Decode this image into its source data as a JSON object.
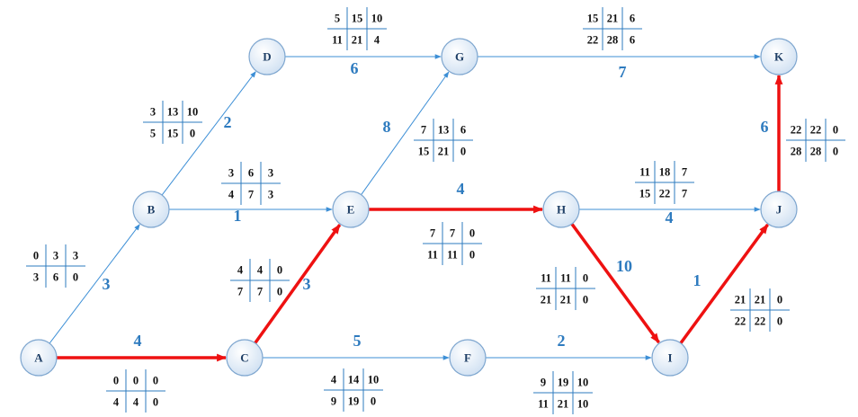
{
  "colors": {
    "normal_edge": "#3d8fd6",
    "critical_edge": "#ee1111",
    "label": "#2e7bbf",
    "node_stroke": "#7ea6cf"
  },
  "nodes": [
    {
      "id": "A",
      "label": "A"
    },
    {
      "id": "B",
      "label": "B"
    },
    {
      "id": "C",
      "label": "C"
    },
    {
      "id": "D",
      "label": "D"
    },
    {
      "id": "E",
      "label": "E"
    },
    {
      "id": "F",
      "label": "F"
    },
    {
      "id": "G",
      "label": "G"
    },
    {
      "id": "H",
      "label": "H"
    },
    {
      "id": "I",
      "label": "I"
    },
    {
      "id": "J",
      "label": "J"
    },
    {
      "id": "K",
      "label": "K"
    }
  ],
  "edges": [
    {
      "id": "AB",
      "from": "A",
      "to": "B",
      "duration": "3",
      "critical": false,
      "table": [
        [
          "0",
          "3",
          "3"
        ],
        [
          "3",
          "6",
          "0"
        ]
      ]
    },
    {
      "id": "AC",
      "from": "A",
      "to": "C",
      "duration": "4",
      "critical": true,
      "table": [
        [
          "0",
          "0",
          "0"
        ],
        [
          "4",
          "4",
          "0"
        ]
      ]
    },
    {
      "id": "BD",
      "from": "B",
      "to": "D",
      "duration": "2",
      "critical": false,
      "table": [
        [
          "3",
          "13",
          "10"
        ],
        [
          "5",
          "15",
          "0"
        ]
      ]
    },
    {
      "id": "BE",
      "from": "B",
      "to": "E",
      "duration": "1",
      "critical": false,
      "table": [
        [
          "3",
          "6",
          "3"
        ],
        [
          "4",
          "7",
          "3"
        ]
      ]
    },
    {
      "id": "CE",
      "from": "C",
      "to": "E",
      "duration": "3",
      "critical": true,
      "table": [
        [
          "4",
          "4",
          "0"
        ],
        [
          "7",
          "7",
          "0"
        ]
      ]
    },
    {
      "id": "CF",
      "from": "C",
      "to": "F",
      "duration": "5",
      "critical": false,
      "table": [
        [
          "4",
          "14",
          "10"
        ],
        [
          "9",
          "19",
          "0"
        ]
      ]
    },
    {
      "id": "DG",
      "from": "D",
      "to": "G",
      "duration": "6",
      "critical": false,
      "table": [
        [
          "5",
          "15",
          "10"
        ],
        [
          "11",
          "21",
          "4"
        ]
      ]
    },
    {
      "id": "EG",
      "from": "E",
      "to": "G",
      "duration": "8",
      "critical": false,
      "table": [
        [
          "7",
          "13",
          "6"
        ],
        [
          "15",
          "21",
          "0"
        ]
      ]
    },
    {
      "id": "EH",
      "from": "E",
      "to": "H",
      "duration": "4",
      "critical": true,
      "table": [
        [
          "7",
          "7",
          "0"
        ],
        [
          "11",
          "11",
          "0"
        ]
      ]
    },
    {
      "id": "FI",
      "from": "F",
      "to": "I",
      "duration": "2",
      "critical": false,
      "table": [
        [
          "9",
          "19",
          "10"
        ],
        [
          "11",
          "21",
          "10"
        ]
      ]
    },
    {
      "id": "GK",
      "from": "G",
      "to": "K",
      "duration": "7",
      "critical": false,
      "table": [
        [
          "15",
          "21",
          "6"
        ],
        [
          "22",
          "28",
          "6"
        ]
      ]
    },
    {
      "id": "HI",
      "from": "H",
      "to": "I",
      "duration": "10",
      "critical": true,
      "table": [
        [
          "11",
          "11",
          "0"
        ],
        [
          "21",
          "21",
          "0"
        ]
      ]
    },
    {
      "id": "HJ",
      "from": "H",
      "to": "J",
      "duration": "4",
      "critical": false,
      "table": [
        [
          "11",
          "18",
          "7"
        ],
        [
          "15",
          "22",
          "7"
        ]
      ]
    },
    {
      "id": "IJ",
      "from": "I",
      "to": "J",
      "duration": "1",
      "critical": true,
      "table": [
        [
          "21",
          "21",
          "0"
        ],
        [
          "22",
          "22",
          "0"
        ]
      ]
    },
    {
      "id": "JK",
      "from": "J",
      "to": "K",
      "duration": "6",
      "critical": true,
      "table": [
        [
          "22",
          "22",
          "0"
        ],
        [
          "28",
          "28",
          "0"
        ]
      ]
    }
  ]
}
